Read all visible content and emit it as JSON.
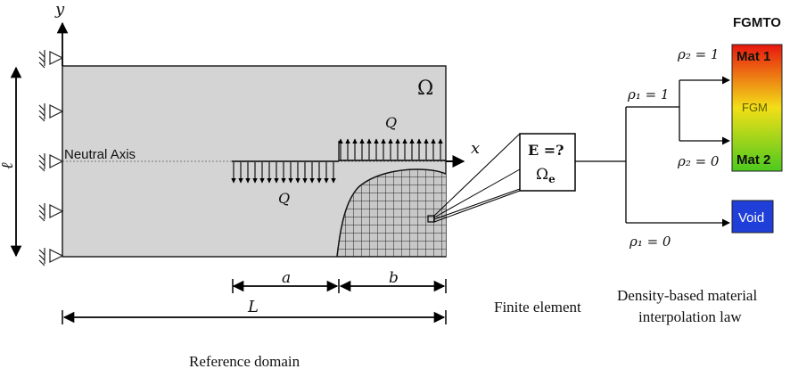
{
  "axes": {
    "y": "y",
    "x": "x"
  },
  "domain": {
    "omega": "Ω",
    "neutral_axis": "Neutral Axis",
    "height_label": "ℓ",
    "load_label": "Q",
    "dim_a": "a",
    "dim_b": "b",
    "dim_L": "L",
    "caption": "Reference domain"
  },
  "element": {
    "line1": "E =?",
    "line2_main": "Ω",
    "line2_sub": "e",
    "caption": "Finite element"
  },
  "interpolation": {
    "rho1_eq1": "ρ₁ = 1",
    "rho1_eq0": "ρ₁ = 0",
    "rho2_eq1": "ρ₂ = 1",
    "rho2_eq0": "ρ₂ = 0",
    "caption_line1": "Density-based material",
    "caption_line2": "interpolation law"
  },
  "fgmto": {
    "title": "FGMTO",
    "mat1": "Mat 1",
    "fgm": "FGM",
    "mat2": "Mat 2",
    "void": "Void"
  },
  "colors": {
    "domain_fill": "#d4d4d4",
    "grad_top": "#e8160e",
    "grad_mid": "#f2df18",
    "grad_bottom": "#4cc91e",
    "void": "#1f3fd8"
  }
}
